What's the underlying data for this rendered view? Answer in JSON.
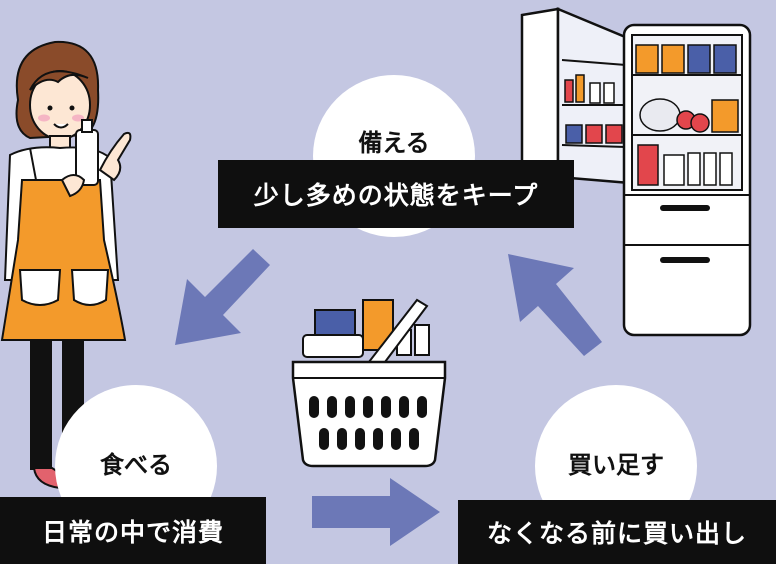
{
  "cycle": {
    "prepare": {
      "title": "備える",
      "caption": "少し多めの状態をキープ"
    },
    "eat": {
      "title": "食べる",
      "caption": "日常の中で消費"
    },
    "buy": {
      "title": "買い足す",
      "caption": "なくなる前に買い出し"
    }
  },
  "colors": {
    "background": "#c4c7e2",
    "arrow": "#6c78b7",
    "label_box": "#0f0f0f",
    "apron": "#f39a2b"
  },
  "icons": [
    "woman-illustration",
    "shopping-basket-illustration",
    "refrigerator-illustration",
    "cycle-arrow"
  ]
}
